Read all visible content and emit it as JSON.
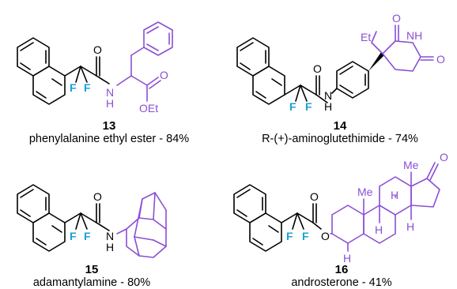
{
  "compounds": [
    {
      "number": "13",
      "caption": "phenylalanine ethyl ester - 84%"
    },
    {
      "number": "14",
      "caption": "R-(+)-aminoglutethimide - 74%"
    },
    {
      "number": "15",
      "caption": "adamantylamine - 80%"
    },
    {
      "number": "16",
      "caption": "androsterone - 41%"
    }
  ],
  "atoms": {
    "F": "F",
    "O": "O",
    "H": "H",
    "N": "N",
    "NH": "NH",
    "OEt": "OEt",
    "Et": "Et",
    "Me": "Me"
  },
  "colors": {
    "black": "#000000",
    "purple": "#8a4fd6",
    "fluorine_blue": "#1aa0d8"
  }
}
